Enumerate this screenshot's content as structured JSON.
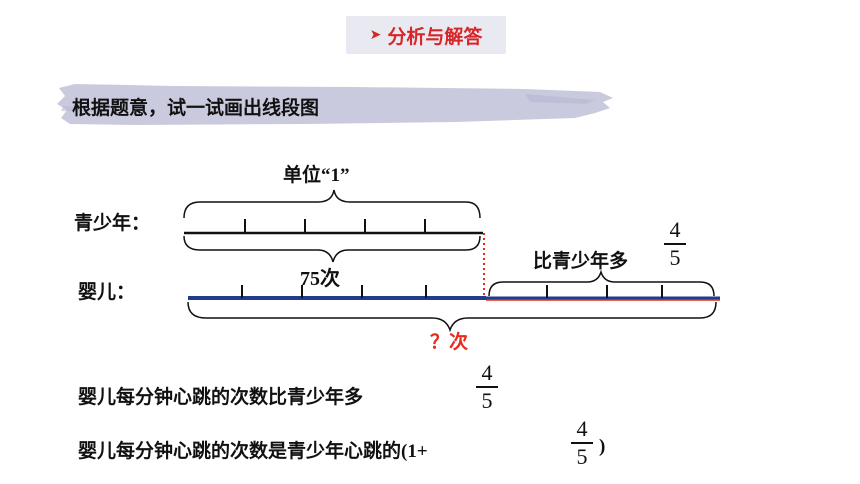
{
  "header": {
    "badge_marker": "➤",
    "badge_label": "分析与解答"
  },
  "banner": {
    "text": "根据题意，试一试画出线段图"
  },
  "diagram": {
    "unit_label_prefix": "单位",
    "unit_label_value": "“1”",
    "teen_label": "青少年：",
    "baby_label": "婴儿：",
    "teen_count": "75次",
    "more_label": "比青少年多",
    "more_frac_num": "4",
    "more_frac_den": "5",
    "question_label": "？次",
    "colors": {
      "teen_line": "#111111",
      "baby_line": "#1f3d8c",
      "extension": "#e62b1e",
      "question": "#e62b1e"
    }
  },
  "statements": {
    "line1_text": "婴儿每分钟心跳的次数比青少年多",
    "line1_frac_num": "4",
    "line1_frac_den": "5",
    "line2_text": "婴儿每分钟心跳的次数是青少年心跳的",
    "line2_open": "(1+",
    "line2_frac_num": "4",
    "line2_frac_den": "5",
    "line2_close": ")"
  }
}
